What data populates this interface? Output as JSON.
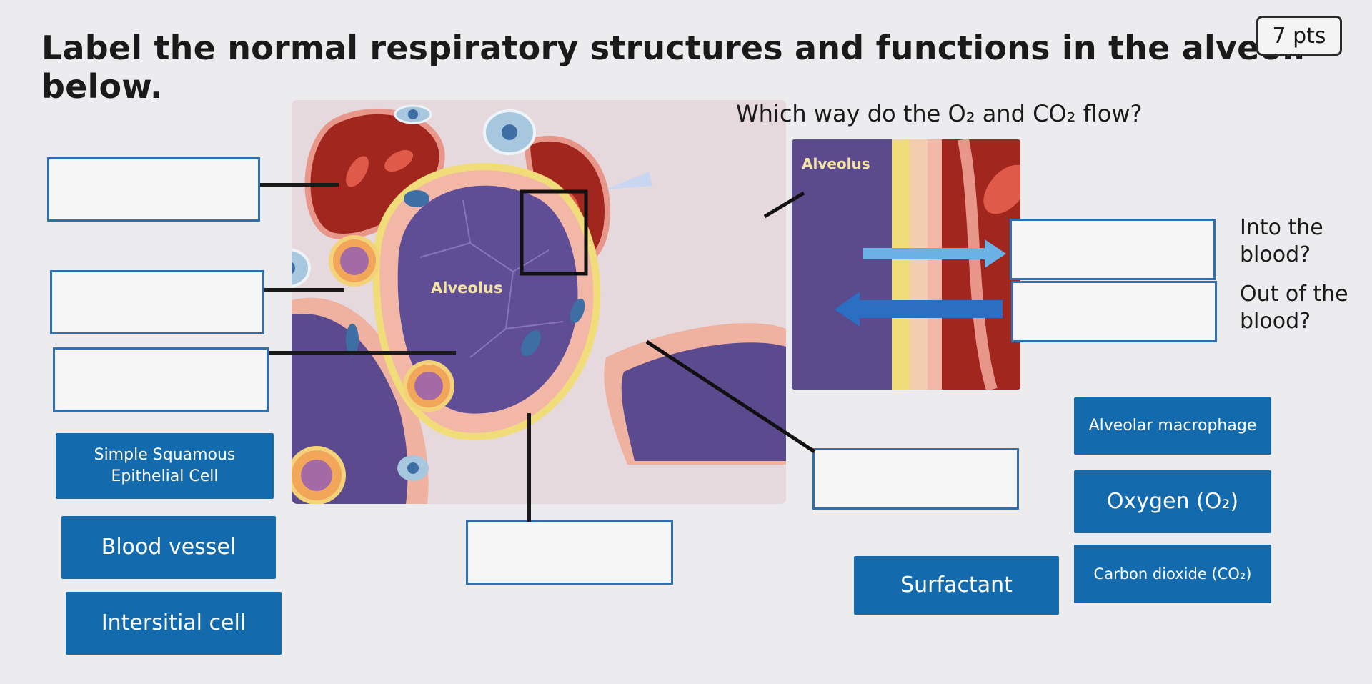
{
  "question": {
    "title": "Label the normal respiratory structures and functions in the alveoli below.",
    "points": "7 pts"
  },
  "diagram": {
    "main_label": "Alveolus",
    "inset_label": "Alveolus",
    "inset_question": "Which way do the O₂ and CO₂ flow?"
  },
  "flow_prompts": {
    "into": "Into the blood?",
    "out": "Out of the blood?"
  },
  "answer_chips": {
    "simple_squamous": "Simple Squamous Epithelial Cell",
    "blood_vessel": "Blood vessel",
    "intersitial": "Intersitial cell",
    "surfactant": "Surfactant",
    "alveolar_macrophage": "Alveolar macrophage",
    "oxygen": "Oxygen (O₂)",
    "carbon_dioxide": "Carbon dioxide (CO₂)"
  },
  "colors": {
    "chip_blue": "#136aac",
    "dropzone_border": "#2f6fb0",
    "alveolus_purple": "#5b4a8c",
    "blood_red": "#a0261e"
  }
}
